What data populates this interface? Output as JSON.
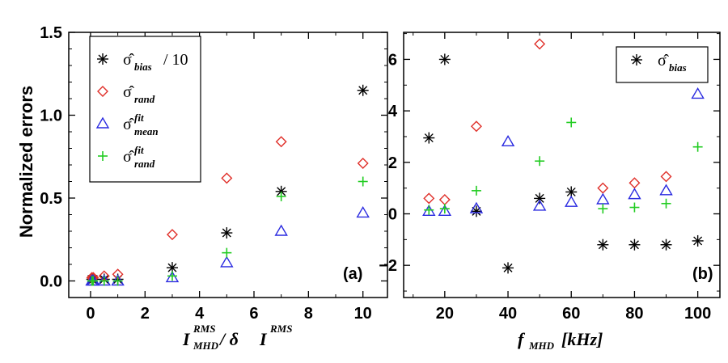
{
  "chart_data": [
    {
      "type": "scatter",
      "panel_label": "(a)",
      "ylabel": "Normalized errors",
      "xlabel": {
        "base": "I",
        "sup1": "RMS",
        "sub1": "MHD",
        "sep": " / δ",
        "base2": "I",
        "sup2": "RMS"
      },
      "xlim": [
        -0.8,
        10.9
      ],
      "ylim": [
        -0.1,
        1.5
      ],
      "xticks": [
        "0",
        "2",
        "4",
        "6",
        "8",
        "10"
      ],
      "yticks": [
        "0.0",
        "0.5",
        "1.0",
        "1.5"
      ],
      "legend": {
        "position": "top-left"
      },
      "series": [
        {
          "name": "σ̂bias / 10",
          "label_main": "σ̂",
          "label_sub": "bias",
          "label_sup": "",
          "label_suffix": " / 10",
          "marker": "asterisk",
          "color": "#000000",
          "x": [
            0.05,
            0.1,
            0.5,
            1,
            3,
            5,
            7,
            10
          ],
          "y": [
            0.01,
            0.01,
            0.01,
            0.01,
            0.08,
            0.29,
            0.54,
            1.15
          ]
        },
        {
          "name": "σ̂rand",
          "label_main": "σ̂",
          "label_sub": "rand",
          "label_sup": "",
          "label_suffix": "",
          "marker": "diamond",
          "color": "#e0302a",
          "x": [
            0.05,
            0.1,
            0.5,
            1,
            3,
            5,
            7,
            10
          ],
          "y": [
            0.02,
            0.02,
            0.03,
            0.04,
            0.28,
            0.62,
            0.84,
            0.71
          ]
        },
        {
          "name": "σ̂fit mean",
          "label_main": "σ̂",
          "label_sub": "mean",
          "label_sup": "fit",
          "label_suffix": "",
          "marker": "triangle",
          "color": "#2a2ae0",
          "x": [
            0.05,
            0.1,
            0.5,
            1,
            3,
            5,
            7,
            10
          ],
          "y": [
            0.0,
            0.0,
            0.0,
            0.0,
            0.02,
            0.11,
            0.3,
            0.41
          ]
        },
        {
          "name": "σ̂fit rand",
          "label_main": "σ̂",
          "label_sub": "rand",
          "label_sup": "fit",
          "label_suffix": "",
          "marker": "plus",
          "color": "#22cc22",
          "x": [
            0.05,
            0.1,
            0.5,
            1,
            3,
            5,
            7,
            10
          ],
          "y": [
            0.0,
            0.0,
            0.0,
            0.0,
            0.03,
            0.17,
            0.51,
            0.6
          ]
        }
      ]
    },
    {
      "type": "scatter",
      "panel_label": "(b)",
      "ylabel": "",
      "xlabel": {
        "base": "f",
        "sub1": "MHD",
        "unit": " [kHz]"
      },
      "xlim": [
        7.0,
        107.0
      ],
      "ylim": [
        -3.25,
        7.05
      ],
      "xticks": [
        "20",
        "40",
        "60",
        "80",
        "100"
      ],
      "yticks": [
        "−2",
        "0",
        "2",
        "4",
        "6"
      ],
      "legend": {
        "position": "top-right"
      },
      "series": [
        {
          "name": "σ̂bias",
          "label_main": "σ̂",
          "label_sub": "bias",
          "label_sup": "",
          "label_suffix": "",
          "marker": "asterisk",
          "color": "#000000",
          "x": [
            15,
            20,
            30,
            40,
            50,
            60,
            70,
            80,
            90,
            100
          ],
          "y": [
            2.95,
            6.0,
            0.1,
            -2.1,
            0.6,
            0.85,
            -1.2,
            -1.2,
            -1.2,
            -1.05
          ]
        },
        {
          "name": "σ̂rand",
          "legend": false,
          "marker": "diamond",
          "color": "#e0302a",
          "x": [
            15,
            20,
            30,
            50,
            70,
            80,
            90
          ],
          "y": [
            0.6,
            0.55,
            3.4,
            6.6,
            1.0,
            1.2,
            1.45
          ]
        },
        {
          "name": "σ̂fit mean",
          "legend": false,
          "marker": "triangle",
          "color": "#2a2ae0",
          "x": [
            15,
            20,
            30,
            40,
            50,
            60,
            70,
            80,
            90,
            100
          ],
          "y": [
            0.1,
            0.1,
            0.2,
            2.8,
            0.3,
            0.45,
            0.55,
            0.75,
            0.9,
            4.65
          ]
        },
        {
          "name": "σ̂fit rand",
          "legend": false,
          "marker": "plus",
          "color": "#22cc22",
          "x": [
            15,
            20,
            30,
            50,
            60,
            70,
            80,
            90,
            100
          ],
          "y": [
            0.15,
            0.2,
            0.9,
            2.05,
            3.55,
            0.2,
            0.25,
            0.4,
            2.6
          ]
        }
      ]
    }
  ]
}
